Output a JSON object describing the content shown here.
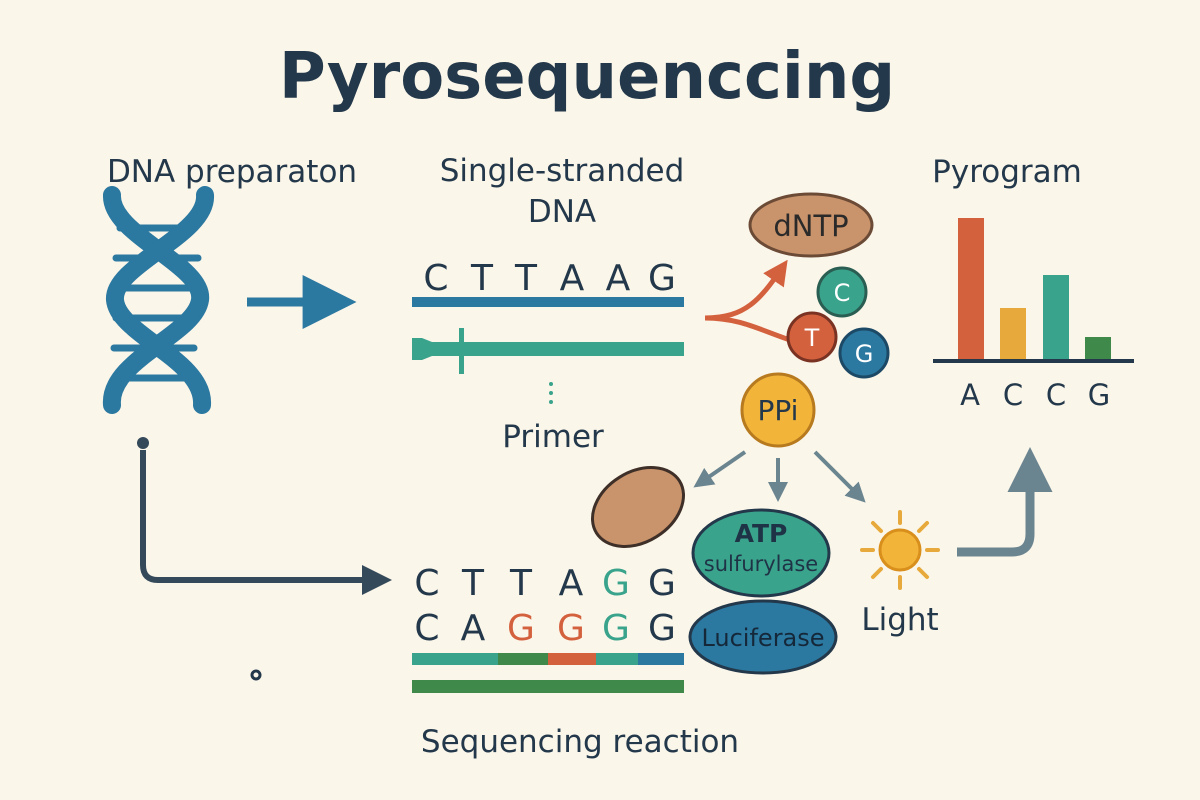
{
  "title": "Pyrosequenccing",
  "labels": {
    "dna_prep": "DNA preparaton",
    "ssdna_line1": "Single-stranded",
    "ssdna_line2": "DNA",
    "primer": "Primer",
    "pyrogram": "Pyrogram",
    "sequencing_reaction": "Sequencing reaction",
    "light": "Light"
  },
  "template_sequence": [
    "C",
    "T",
    "T",
    "A",
    "A",
    "G"
  ],
  "nucleotides": {
    "dntp": "dNTP",
    "c": "C",
    "t": "T",
    "g": "G"
  },
  "ppi": "PPi",
  "enzymes": {
    "atp_line1": "ATP",
    "atp_line2": "sulfurylase",
    "luciferase": "Luciferase"
  },
  "reaction_rows": {
    "row1": [
      "C",
      "T",
      "T",
      "A",
      "G",
      "G"
    ],
    "row2": [
      "C",
      "A",
      "G",
      "G",
      "G",
      "G"
    ]
  },
  "pyrogram_labels": [
    "A",
    "C",
    "C",
    "G"
  ],
  "colors": {
    "text": "#23384a",
    "blue": "#2b78a0",
    "teal": "#3aa38c",
    "green": "#3f8a4a",
    "orange_red": "#d4613e",
    "mustard": "#e8a93c",
    "tan": "#c9936b",
    "sun": "#f2b53a"
  }
}
